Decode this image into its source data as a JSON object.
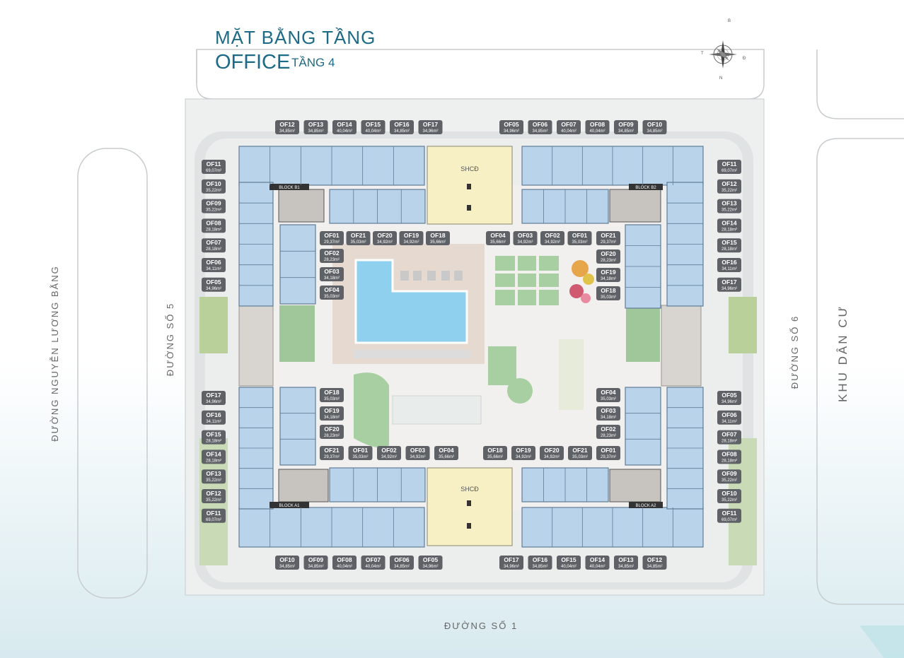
{
  "header": {
    "title_line1": "MẶT BẰNG TẦNG",
    "title_line2": "OFFICE",
    "floor": "TẦNG 4"
  },
  "compass": {
    "north": "B",
    "south": "N",
    "east": "Đ",
    "west": "T"
  },
  "streets": {
    "left_outer": "ĐƯỜNG NGUYỄN LƯƠNG BẰNG",
    "left": "ĐƯỜNG SỐ 5",
    "right": "ĐƯỜNG SỐ 6",
    "right_outer": "KHU DÂN CƯ",
    "bottom": "ĐƯỜNG SỐ 1"
  },
  "amenity_labels": {
    "top": "SHCĐ",
    "bottom": "SHCĐ"
  },
  "blocks": {
    "b1": "BLOCK B1",
    "b2": "BLOCK B2",
    "a1": "BLOCK A1",
    "a2": "BLOCK A2"
  },
  "colors": {
    "unit": "#b9d3ea",
    "unit_stroke": "#5f7d98",
    "label_bg": "#5e6266",
    "amenity": "#f7f0c4",
    "lawn": "#9fc79a",
    "pool": "#8fd0ef",
    "plaza": "#e6d9cf"
  },
  "units": {
    "top_left": [
      [
        "OF12",
        "34,85m²"
      ],
      [
        "OF13",
        "34,85m²"
      ],
      [
        "OF14",
        "40,04m²"
      ],
      [
        "OF15",
        "40,04m²"
      ],
      [
        "OF16",
        "34,85m²"
      ],
      [
        "OF17",
        "34,96m²"
      ]
    ],
    "top_right": [
      [
        "OF05",
        "34,96m²"
      ],
      [
        "OF06",
        "34,85m²"
      ],
      [
        "OF07",
        "40,04m²"
      ],
      [
        "OF08",
        "40,04m²"
      ],
      [
        "OF09",
        "34,85m²"
      ],
      [
        "OF10",
        "34,85m²"
      ]
    ],
    "bottom_left": [
      [
        "OF10",
        "34,85m²"
      ],
      [
        "OF09",
        "34,85m²"
      ],
      [
        "OF08",
        "40,04m²"
      ],
      [
        "OF07",
        "40,04m²"
      ],
      [
        "OF06",
        "34,85m²"
      ],
      [
        "OF05",
        "34,96m²"
      ]
    ],
    "bottom_right": [
      [
        "OF17",
        "34,96m²"
      ],
      [
        "OF16",
        "34,85m²"
      ],
      [
        "OF15",
        "40,04m²"
      ],
      [
        "OF14",
        "40,04m²"
      ],
      [
        "OF13",
        "34,85m²"
      ],
      [
        "OF12",
        "34,85m²"
      ]
    ],
    "left_top": [
      [
        "OF11",
        "69,07m²"
      ],
      [
        "OF10",
        "35,22m²"
      ],
      [
        "OF09",
        "35,22m²"
      ],
      [
        "OF08",
        "28,18m²"
      ],
      [
        "OF07",
        "28,18m²"
      ],
      [
        "OF06",
        "34,11m²"
      ],
      [
        "OF05",
        "34,96m²"
      ]
    ],
    "left_bottom": [
      [
        "OF17",
        "34,96m²"
      ],
      [
        "OF16",
        "34,11m²"
      ],
      [
        "OF15",
        "28,18m²"
      ],
      [
        "OF14",
        "28,18m²"
      ],
      [
        "OF13",
        "35,22m²"
      ],
      [
        "OF12",
        "35,22m²"
      ],
      [
        "OF11",
        "69,07m²"
      ]
    ],
    "right_top": [
      [
        "OF11",
        "69,07m²"
      ],
      [
        "OF12",
        "35,22m²"
      ],
      [
        "OF13",
        "35,22m²"
      ],
      [
        "OF14",
        "28,18m²"
      ],
      [
        "OF15",
        "28,18m²"
      ],
      [
        "OF16",
        "34,11m²"
      ],
      [
        "OF17",
        "34,96m²"
      ]
    ],
    "right_bottom": [
      [
        "OF05",
        "34,96m²"
      ],
      [
        "OF06",
        "34,11m²"
      ],
      [
        "OF07",
        "28,18m²"
      ],
      [
        "OF08",
        "28,18m²"
      ],
      [
        "OF09",
        "35,22m²"
      ],
      [
        "OF10",
        "35,22m²"
      ],
      [
        "OF11",
        "69,07m²"
      ]
    ],
    "inner_top_left_row": [
      [
        "OF01",
        "29,37m²"
      ],
      [
        "OF21",
        "35,03m²"
      ],
      [
        "OF20",
        "34,92m²"
      ],
      [
        "OF19",
        "34,92m²"
      ],
      [
        "OF18",
        "35,66m²"
      ]
    ],
    "inner_top_right_row": [
      [
        "OF04",
        "35,66m²"
      ],
      [
        "OF03",
        "34,92m²"
      ],
      [
        "OF02",
        "34,92m²"
      ],
      [
        "OF01",
        "35,03m²"
      ]
    ],
    "inner_top_left_col": [
      [
        "OF02",
        "28,23m²"
      ],
      [
        "OF03",
        "34,18m²"
      ],
      [
        "OF04",
        "35,03m²"
      ]
    ],
    "inner_top_right_col": [
      [
        "OF21",
        "29,37m²"
      ],
      [
        "OF20",
        "28,23m²"
      ],
      [
        "OF19",
        "34,18m²"
      ],
      [
        "OF18",
        "35,03m²"
      ]
    ],
    "inner_bottom_left_col": [
      [
        "OF18",
        "35,03m²"
      ],
      [
        "OF19",
        "34,18m²"
      ],
      [
        "OF20",
        "28,23m²"
      ]
    ],
    "inner_bottom_left_row": [
      [
        "OF21",
        "29,37m²"
      ],
      [
        "OF01",
        "35,03m²"
      ],
      [
        "OF02",
        "34,92m²"
      ],
      [
        "OF03",
        "34,92m²"
      ],
      [
        "OF04",
        "35,66m²"
      ]
    ],
    "inner_bottom_right_col": [
      [
        "OF04",
        "35,03m²"
      ],
      [
        "OF03",
        "34,18m²"
      ],
      [
        "OF02",
        "28,23m²"
      ]
    ],
    "inner_bottom_right_row": [
      [
        "OF18",
        "35,66m²"
      ],
      [
        "OF19",
        "34,92m²"
      ],
      [
        "OF20",
        "34,92m²"
      ],
      [
        "OF21",
        "35,03m²"
      ],
      [
        "OF01",
        "29,37m²"
      ]
    ]
  }
}
